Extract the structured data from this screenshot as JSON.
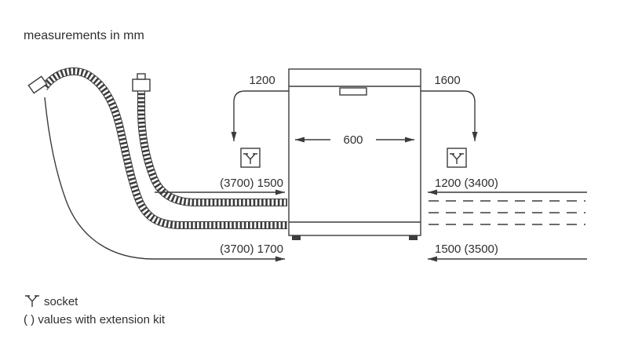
{
  "title": "measurements in mm",
  "dimensions": {
    "cord_left": "1200",
    "cord_right": "1600",
    "appliance_width": "600",
    "hose_left_upper": "(3700) 1500",
    "cable_left_lower": "(3700) 1700",
    "hose_right_upper": "1200 (3400)",
    "hose_right_lower": "1500 (3500)"
  },
  "legend": {
    "socket_label": "socket",
    "extension_note": "( ) values with extension kit"
  },
  "colors": {
    "line": "#3c3c3c",
    "text": "#2f2f2f",
    "background": "#ffffff"
  }
}
